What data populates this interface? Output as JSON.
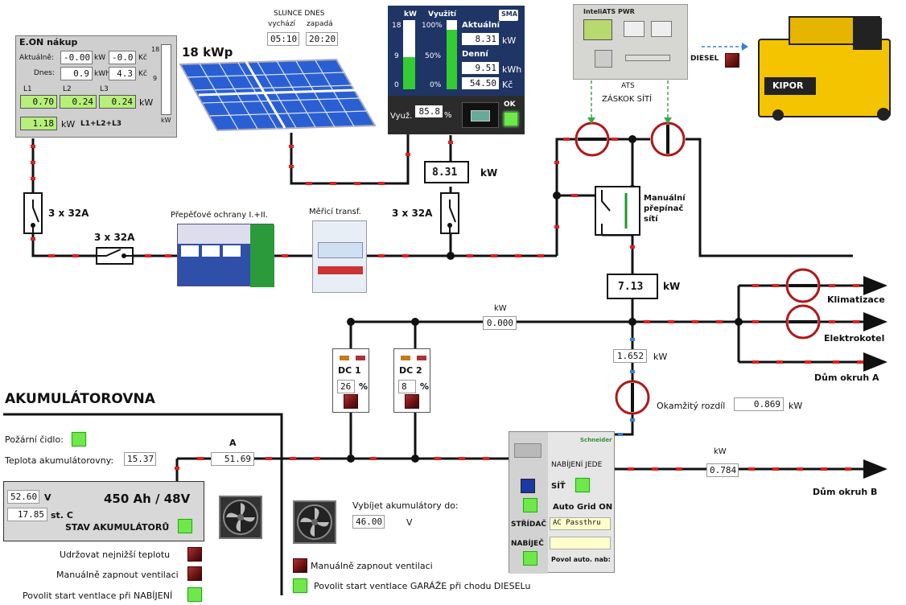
{
  "eon": {
    "title": "E.ON nákup",
    "now_label": "Aktuálně:",
    "now_kw": "-0.00",
    "now_kw_unit": "kW",
    "now_kc": "-0.0",
    "now_kc_unit": "Kč",
    "day_label": "Dnes:",
    "day_kwh": "0.9",
    "day_kwh_unit": "kWh",
    "day_kc": "4.3",
    "day_kc_unit": "Kč",
    "l1_label": "L1",
    "l2_label": "L2",
    "l3_label": "L3",
    "l1": "0.70",
    "l2": "0.24",
    "l3": "0.24",
    "l_unit": "kW",
    "total": "1.18",
    "total_unit": "kW",
    "total_label": "L1+L2+L3",
    "bar_max": "18",
    "bar_mid": "9",
    "bar_unit": "kW"
  },
  "solar": {
    "title": "18 kWp"
  },
  "sun": {
    "title": "SLUNCE DNES",
    "rise_label": "vychází",
    "set_label": "zapadá",
    "rise": "05:10",
    "set": "20:20"
  },
  "sma": {
    "kw_label": "kW",
    "use_label": "Využití",
    "brand": "SMA",
    "kw_max": "18",
    "kw_mid": "9",
    "kw_min": "0",
    "p100": "100%",
    "p50": "50%",
    "p0": "0%",
    "now_label": "Aktuální",
    "now_val": "8.31",
    "now_unit": "kW",
    "day_label": "Denní",
    "day_val": "9.51",
    "day_unit": "kWh",
    "money_val": "54.50",
    "money_unit": "Kč",
    "use_short": "Využ.",
    "use_val": "85.8",
    "use_unit": "%",
    "ok": "OK",
    "kw_fill": 0.46,
    "use_fill": 0.86
  },
  "ats": {
    "title": "ATS",
    "subtitle": "ZÁSKOK SÍTÍ",
    "diesel": "DIESEL",
    "brand": "InteliATS PWR",
    "genset_brand": "KIPOR"
  },
  "meters": {
    "pv_val": "8.31",
    "pv_unit": "kW",
    "main_val": "7.13",
    "main_unit": "kW",
    "dc_unit": "kW",
    "dc_val": "0.000",
    "mid_val": "1.652",
    "mid_unit": "kW",
    "diff_label": "Okamžitý rozdíl",
    "diff_val": "0.869",
    "diff_unit": "kW",
    "b_unit": "kW",
    "b_val": "0.784"
  },
  "labels": {
    "breaker1": "3 x 32A",
    "breaker2": "3 x 32A",
    "breaker3": "3 x 32A",
    "surge": "Přepěťové ochrany I.+II.",
    "meter_tr": "Měřicí transf.",
    "manual": "Manuální",
    "manual2": "přepínač",
    "manual3": "sítí",
    "klima": "Klimatizace",
    "elektrokotel": "Elektrokotel",
    "okruh_a": "Dům okruh A",
    "okruh_b": "Dům okruh B"
  },
  "dc": {
    "dc1_label": "DC 1",
    "dc1_val": "26",
    "dc2_label": "DC 2",
    "dc2_val": "8",
    "pct": "%"
  },
  "akum": {
    "title": "AKUMULÁTOROVNA",
    "fire_label": "Požární čidlo:",
    "temp_label": "Teplota akumulátorovny:",
    "temp_val": "15.37",
    "amp_label": "A",
    "amp_val": "51.69",
    "volt_val": "52.60",
    "volt_unit": "V",
    "temp2_val": "17.85",
    "temp2_unit": "st. C",
    "capacity": "450 Ah / 48V",
    "state_label": "STAV AKUMULÁTORŮ",
    "keep_min": "Udržovat nejnižší teplotu",
    "manual_fan": "Manuálně zapnout ventilaci",
    "allow_charge": "Povolit start ventlace při NABÍJENÍ"
  },
  "discharge": {
    "label": "Vybíjet akumulátory do:",
    "val": "46.00",
    "unit": "V",
    "manual_fan": "Manuálně zapnout ventilaci",
    "garage": "Povolit start ventlace GARÁŽE při chodu DIESELu"
  },
  "inverter": {
    "charging": "NABÍJENÍ JEDE",
    "grid": "SÍŤ",
    "auto_grid": "Auto Grid ON",
    "stridac": "STŘÍDAČ",
    "stridac_val": "AC Passthru",
    "nabijec": "NABÍJEČ",
    "nabijec_val": "",
    "povol": "Povol auto. nab:",
    "brand": "Schneider"
  }
}
